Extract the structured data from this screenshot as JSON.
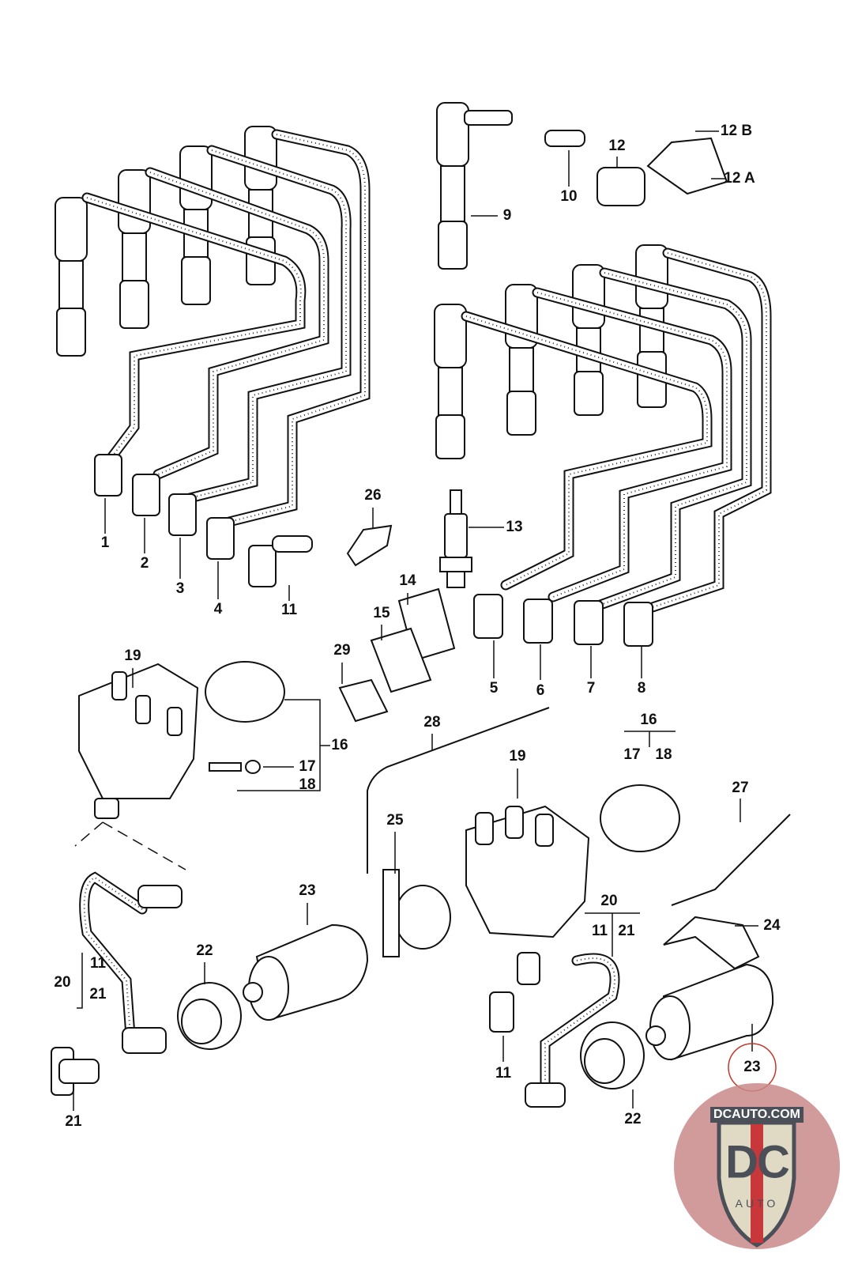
{
  "diagram": {
    "callouts": [
      "1",
      "2",
      "3",
      "4",
      "11",
      "26",
      "13",
      "9",
      "10",
      "12",
      "12 B",
      "12 A",
      "14",
      "15",
      "29",
      "5",
      "6",
      "7",
      "8",
      "19",
      "16",
      "17",
      "18",
      "28",
      "16",
      "17",
      "18",
      "19",
      "27",
      "25",
      "23",
      "20",
      "11",
      "21",
      "24",
      "22",
      "20",
      "11",
      "21",
      "21",
      "11",
      "22",
      "23"
    ],
    "highlight_color": "#c0392b"
  },
  "watermark": {
    "site": "DCAUTO.COM",
    "mark": "DC",
    "sub": "AUTO",
    "colors": {
      "circle": "#c98a8a",
      "shield": "#e0d9c4",
      "dark": "#4b5058",
      "red": "#c8373a"
    }
  }
}
